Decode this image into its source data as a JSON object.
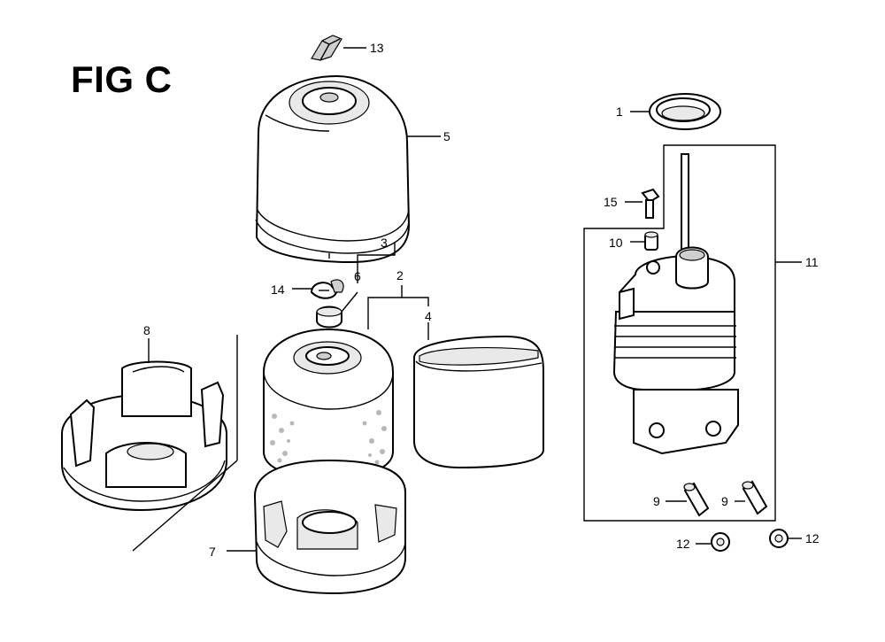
{
  "figure": {
    "title": "FIG C"
  },
  "callouts": {
    "c1": "1",
    "c2": "2",
    "c3": "3",
    "c4": "4",
    "c5": "5",
    "c6": "6",
    "c7": "7",
    "c8": "8",
    "c9a": "9",
    "c9b": "9",
    "c10": "10",
    "c11": "11",
    "c12a": "12",
    "c12b": "12",
    "c13": "13",
    "c14": "14",
    "c15": "15"
  }
}
